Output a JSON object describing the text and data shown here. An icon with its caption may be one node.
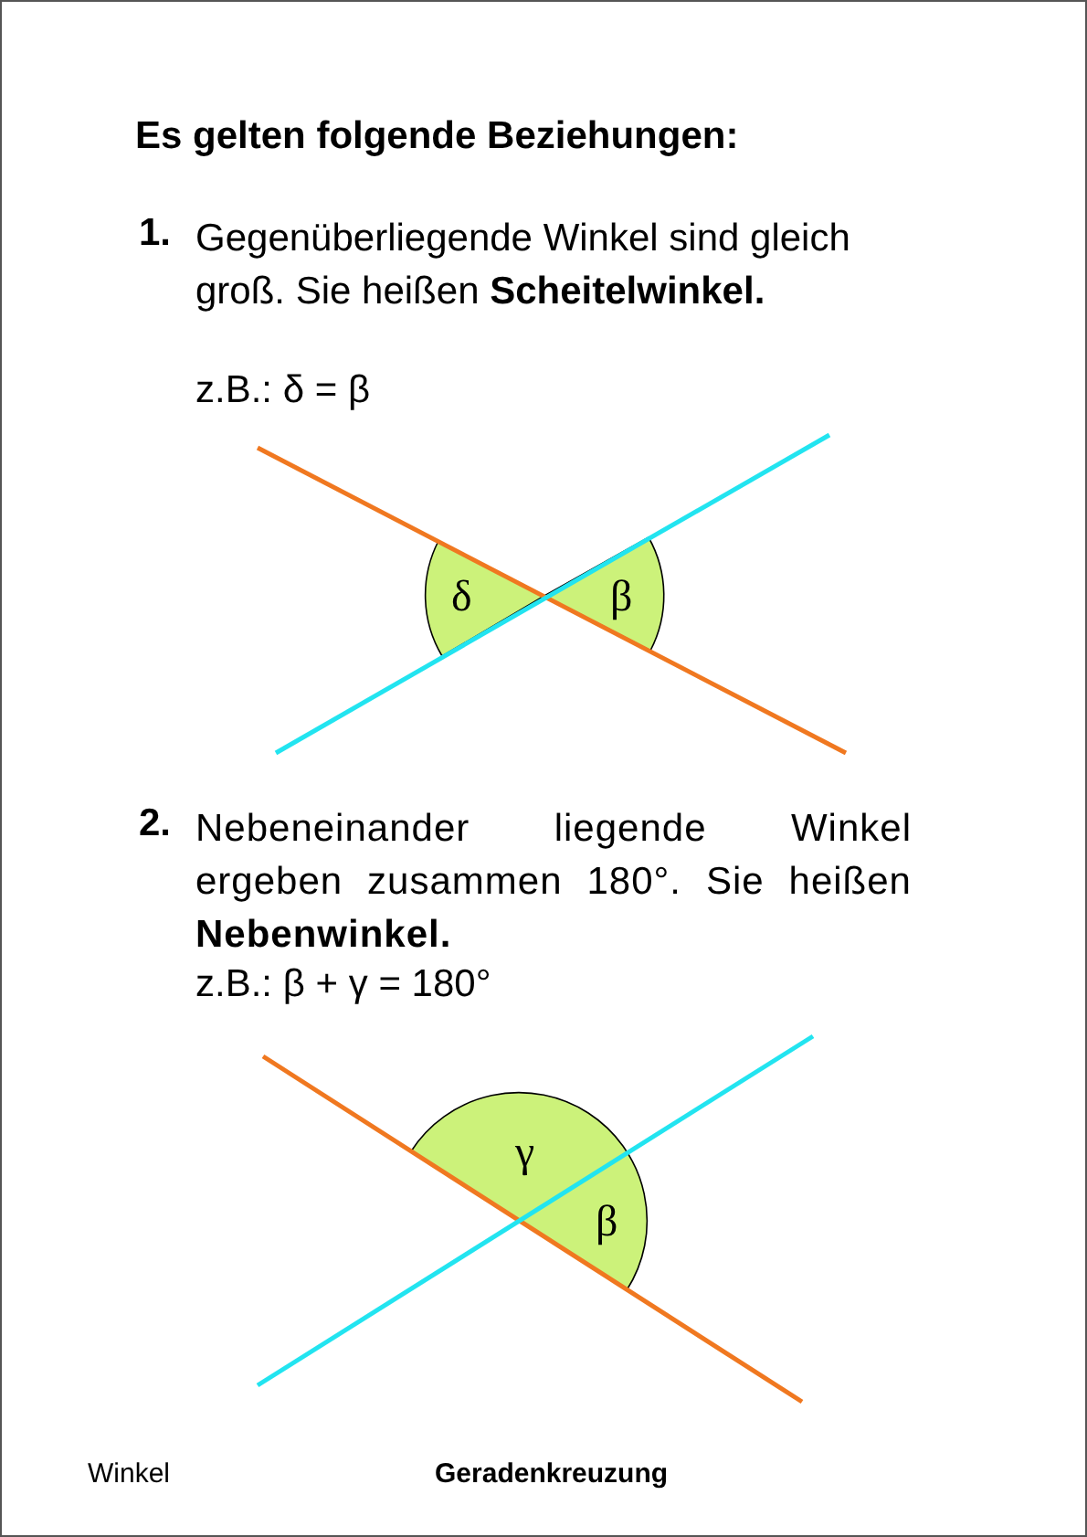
{
  "diagram": {
    "title": "Es gelten folgende Beziehungen:",
    "labels": [
      "1.",
      "Gegenüberliegende Winkel sind gleich groß. Sie heißen **Scheitelwinkel.**",
      "z.B.: δ = β",
      "δ",
      "β",
      "2.",
      "Nebeneinander liegende Winkel ergeben zusammen 180°. Sie heißen **Nebenwinkel.**",
      "z.B.: β + γ = 180°",
      "γ",
      "β",
      "Winkel",
      "Geradenkreuzung"
    ]
  }
}
